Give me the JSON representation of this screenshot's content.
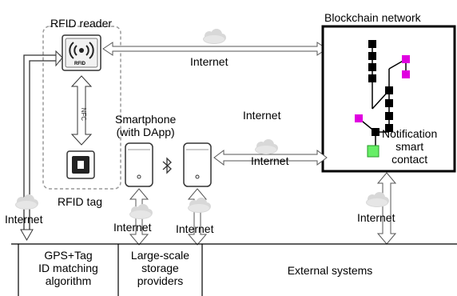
{
  "labels": {
    "rfid_reader": "RFID reader",
    "blockchain_network": "Blockchain network",
    "internet_top": "Internet",
    "internet_mid": "Internet",
    "internet_phones": "Internet",
    "smartphone_line1": "Smartphone",
    "smartphone_line2": "(with DApp)",
    "rfid_tag": "RFID tag",
    "notification_line1": "Notification",
    "notification_line2": "smart",
    "notification_line3": "contact",
    "internet_left": "Internet",
    "internet_bottom_a": "Internet",
    "internet_bottom_b": "Internet",
    "internet_right": "Internet",
    "rfid_icon_text": "RFID"
  },
  "bottom_boxes": {
    "gps_line1": "GPS+Tag",
    "gps_line2": "ID matching",
    "gps_line3": "algorithm",
    "storage_line1": "Large-scale",
    "storage_line2": "storage",
    "storage_line3": "providers",
    "external": "External systems"
  },
  "colors": {
    "block": "#000000",
    "side_block": "#e000e0",
    "notification_block": "#66ee66",
    "cloud": "#d8d8d8"
  }
}
